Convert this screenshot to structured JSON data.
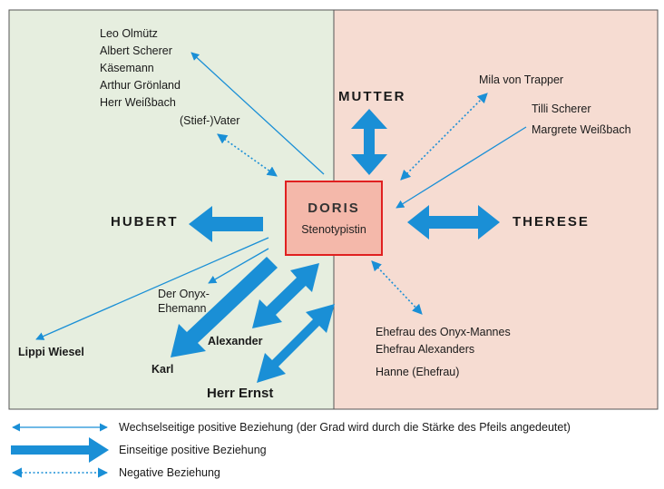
{
  "center": {
    "name": "DORIS",
    "role": "Stenotypistin"
  },
  "nodes": {
    "mutter": "MUTTER",
    "hubert": "HUBERT",
    "therese": "THERESE",
    "herr_ernst": "Herr Ernst",
    "karl": "Karl",
    "alexander": "Alexander",
    "lippi": "Lippi Wiesel",
    "onyx_line1": "Der Onyx-",
    "onyx_line2": "Ehemann",
    "stiefvater": "(Stief-)Vater",
    "mila": "Mila von Trapper"
  },
  "top_left_group": [
    "Leo Olmütz",
    "Albert Scherer",
    "Käsemann",
    "Arthur Grönland",
    "Herr Weißbach"
  ],
  "right_group": [
    "Tilli Scherer",
    "Margrete Weißbach"
  ],
  "bottom_right_group": [
    "Ehefrau des Onyx-Mannes",
    "Ehefrau Alexanders"
  ],
  "hanne": "Hanne (Ehefrau)",
  "legend": {
    "mutual": "Wechselseitige positive Beziehung (der Grad wird durch die Stärke des Pfeils angedeutet)",
    "oneway": "Einseitige positive Beziehung",
    "negative": "Negative Beziehung"
  },
  "colors": {
    "left_panel": "#e6eedf",
    "right_panel": "#f6dcd2",
    "arrow": "#1a8fd6",
    "center_fill": "#f4b8aa",
    "center_border": "#e02020"
  }
}
